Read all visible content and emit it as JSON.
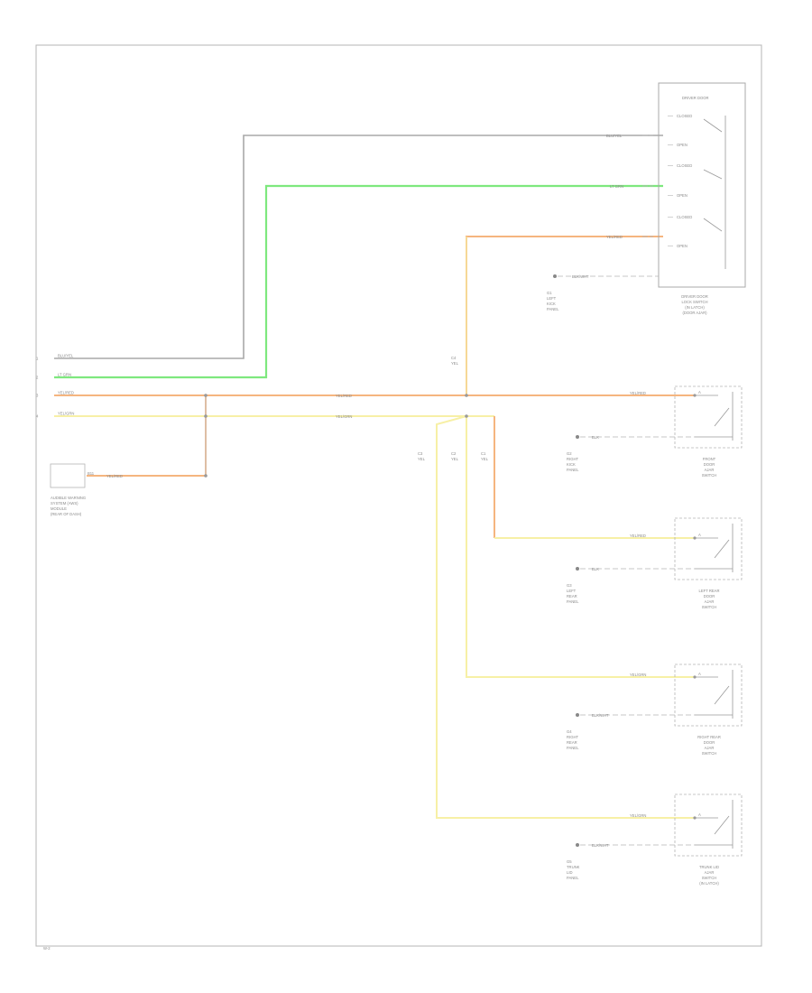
{
  "colors": {
    "gray": "#a8a8a8",
    "green": "#7ee87e",
    "orange": "#f5b57f",
    "yellow": "#f7f0a6",
    "frame": "#b5b5b5",
    "text": "#8a8a8a"
  },
  "left_terminals": [
    {
      "id": "t1",
      "label": "1",
      "wire": "BLU/YEL"
    },
    {
      "id": "t2",
      "label": "2",
      "wire": "LT GRN"
    },
    {
      "id": "t3",
      "label": "3",
      "wire": "YEL/RED"
    },
    {
      "id": "t4",
      "label": "4",
      "wire": "YEL/GRN"
    }
  ],
  "mid_wire_labels": {
    "orange": "YEL/RED",
    "yellow": "YEL/GRN"
  },
  "top_wire_labels": {
    "gray": "BLU/YEL",
    "green": "LT GRN",
    "orange": "YEL/RED"
  },
  "power_module": {
    "pin": "B11",
    "wire": "YEL/RED",
    "label_lines": [
      "AUDIBLE WARNING",
      "SYSTEM (AWS)",
      "MODULE",
      "(REAR OF DASH)"
    ]
  },
  "junction_labels": {
    "top": [
      "C4",
      "YEL"
    ],
    "j1": [
      "C3",
      "YEL"
    ],
    "j2": [
      "C2",
      "YEL"
    ],
    "j3": [
      "C1",
      "YEL"
    ]
  },
  "door_module": {
    "header": "DRIVER DOOR",
    "rows": [
      "CLOSED",
      "OPEN",
      "CLOSED",
      "OPEN",
      "CLOSED",
      "OPEN"
    ],
    "ground_wire": "BLK/WHT",
    "ground_label": [
      "G1",
      "LEFT",
      "KICK",
      "PANEL"
    ],
    "label_lines": [
      "DRIVER DOOR",
      "LOCK SWITCH",
      "(IN LATCH)",
      "(DOOR AJAR)"
    ]
  },
  "switches": [
    {
      "id": "sw1",
      "wire": "YEL/RED",
      "pin_a": "A",
      "ground_wire": "BLK",
      "ground_label": [
        "G2",
        "RIGHT",
        "KICK",
        "PANEL"
      ],
      "label_lines": [
        "FRONT",
        "DOOR",
        "AJAR",
        "SWITCH"
      ]
    },
    {
      "id": "sw2",
      "wire": "YEL/RED",
      "pin_a": "A",
      "ground_wire": "BLK",
      "ground_label": [
        "G3",
        "LEFT",
        "REAR",
        "PANEL"
      ],
      "label_lines": [
        "LEFT REAR",
        "DOOR",
        "AJAR",
        "SWITCH"
      ]
    },
    {
      "id": "sw3",
      "wire": "YEL/GRN",
      "pin_a": "A",
      "ground_wire": "BLK/WHT",
      "ground_label": [
        "G4",
        "RIGHT",
        "REAR",
        "PANEL"
      ],
      "label_lines": [
        "RIGHT REAR",
        "DOOR",
        "AJAR",
        "SWITCH"
      ]
    },
    {
      "id": "sw4",
      "wire": "YEL/GRN",
      "pin_a": "A",
      "ground_wire": "BLK/WHT",
      "ground_label": [
        "G5",
        "TRUNK",
        "LID",
        "PANEL"
      ],
      "label_lines": [
        "TRUNK LID",
        "AJAR",
        "SWITCH",
        "(IN LATCH)"
      ]
    }
  ],
  "footer": "W-2"
}
